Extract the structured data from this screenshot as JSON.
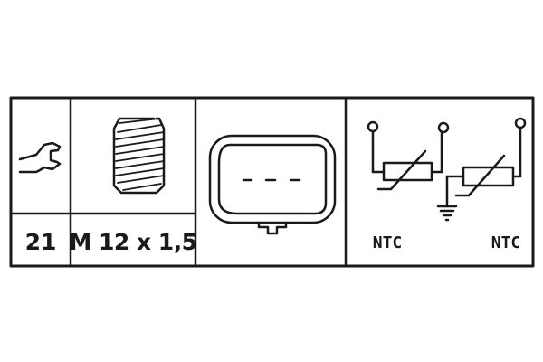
{
  "table": {
    "wrench_size": "21",
    "thread": "M 12 x 1,5",
    "sensor_1_type": "NTC",
    "sensor_2_type": "NTC"
  },
  "icons": {
    "wrench": "wrench-icon",
    "thread": "threaded-bolt-icon",
    "connector": "three-pin-connector-icon",
    "schematic": "dual-ntc-thermistor-schematic-icon",
    "ground": "ground-symbol-icon"
  },
  "colors": {
    "line": "#1a1a1a",
    "background": "#ffffff"
  }
}
